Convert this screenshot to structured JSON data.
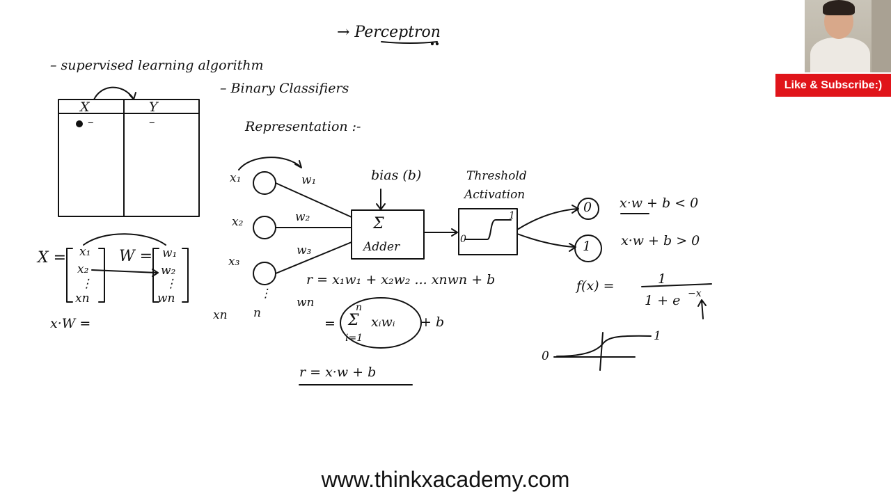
{
  "title": "→ Perceptron",
  "left": {
    "line1": "– supervised learning algorithm",
    "line2": "– Binary Classifiers",
    "table_x": "X",
    "table_y": "Y",
    "cell_x": "–",
    "cell_y": "–",
    "vec_x_label": "X =",
    "vec_x_items": [
      "x₁",
      "x₂",
      "⋮",
      "xn"
    ],
    "vec_w_label": "W =",
    "vec_w_items": [
      "w₁",
      "w₂",
      "⋮",
      "wn"
    ],
    "dot": "x·W ="
  },
  "diagram": {
    "heading": "Representation :-",
    "inputs": [
      "x₁",
      "x₂",
      "x₃",
      "xn"
    ],
    "weights": [
      "w₁",
      "w₂",
      "w₃",
      "wn"
    ],
    "n_label": "n",
    "dots": "⋮",
    "bias": "bias (b)",
    "sum_symbol": "Σ",
    "adder": "Adder",
    "threshold_line1": "Threshold",
    "threshold_line2": "Activation",
    "step_one": "1",
    "step_zero": "0",
    "out0": "0",
    "out1": "1",
    "cond0": "x·w + b < 0",
    "cond1": "x·w + b > 0"
  },
  "equations": {
    "r_eq": "r = x₁w₁ + x₂w₂ ... xnwn + b",
    "sum_upper": "n",
    "sum_symbol": "Σ",
    "sum_body": "xᵢwᵢ",
    "sum_lower": "i=1",
    "eq_sign": "=",
    "plus_b": "+ b",
    "r_final": "r = x·w + b"
  },
  "sigmoid": {
    "f": "f(x) =",
    "numer": "1",
    "denom": "1 + e",
    "exp": "−x",
    "y_one": "1",
    "x_zero": "0"
  },
  "overlay": {
    "subscribe": "Like & Subscribe:)",
    "website": "www.thinkxacademy.com"
  }
}
